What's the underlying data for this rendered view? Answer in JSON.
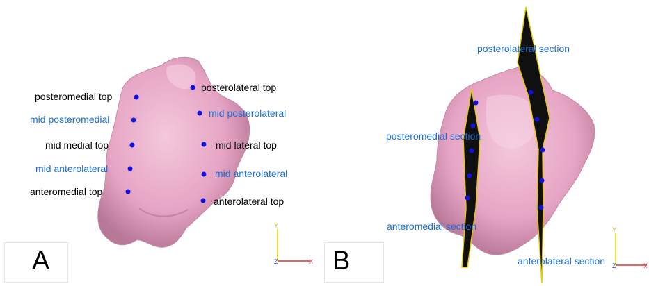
{
  "colors": {
    "bone": "#e8a8c8",
    "bone_shade": "#b87898",
    "landmark": "#1010e0",
    "label_black": "#000000",
    "label_blue": "#1a6fd6",
    "section_fill": "#101010",
    "section_edge": "#e8c800",
    "axis_y": "#e8d800",
    "axis_x": "#e03030",
    "axis_z": "#3050c0"
  },
  "panel_a": {
    "letter": "A",
    "labels": {
      "posteromedial_top": "posteromedial top",
      "mid_posteromedial": "mid posteromedial",
      "mid_medial_top": "mid medial  top",
      "mid_anterolateral_left": "mid anterolateral",
      "anteromedial_top": "anteromedial  top",
      "posterolateral_top": "posterolateral top",
      "mid_posterolateral": "mid posterolateral",
      "mid_lateral_top": "mid lateral  top",
      "mid_anterolateral_right": "mid anterolateral",
      "anterolateral_top": "anterolateral  top"
    },
    "axis": {
      "y": "Y",
      "z": "Z",
      "x": "X"
    }
  },
  "panel_b": {
    "letter": "B",
    "labels": {
      "posterolateral_section": "posterolateral section",
      "posteromedial_section": "posteromedial section",
      "anteromedial_section": "anteromedial section",
      "anterolateral_section": "anterolateral section"
    },
    "axis": {
      "y": "Y",
      "z": "Z",
      "x": "X"
    }
  }
}
